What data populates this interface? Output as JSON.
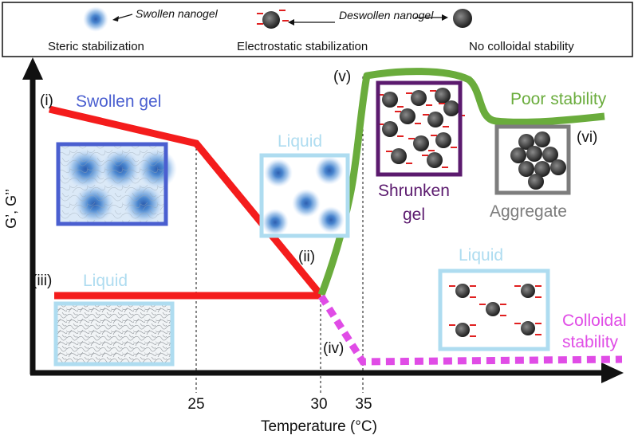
{
  "legend": {
    "swollen_nanogel": "Swollen nanogel",
    "deswollen_nanogel": "Deswollen nanogel",
    "steric": "Steric stabilization",
    "electrostatic": "Electrostatic stabilization",
    "no_stability": "No colloidal stability"
  },
  "axes": {
    "ylabel": "G’, G’’",
    "xlabel": "Temperature (°C)",
    "ticks": [
      "25",
      "30",
      "35"
    ]
  },
  "labels": {
    "i": "(i)",
    "ii": "(ii)",
    "iii": "(iii)",
    "iv": "(iv)",
    "v": "(v)",
    "vi": "(vi)",
    "swollen_gel": "Swollen gel",
    "liquid_top": "Liquid",
    "liquid_left": "Liquid",
    "liquid_right": "Liquid",
    "shrunken_line1": "Shrunken",
    "shrunken_line2": "gel",
    "aggregate": "Aggregate",
    "poor_stability": "Poor stability",
    "colloidal_line1": "Colloidal",
    "colloidal_line2": "stability"
  },
  "colors": {
    "red_curve": "#f41c1c",
    "green_curve": "#6aac3c",
    "magenta_curve": "#e04ce6",
    "swollen_blue": "#4a5fd0",
    "light_blue": "#aedcf0",
    "purple": "#5b1a6e",
    "gray": "#7d7d7d",
    "charge_red": "#e02020"
  }
}
